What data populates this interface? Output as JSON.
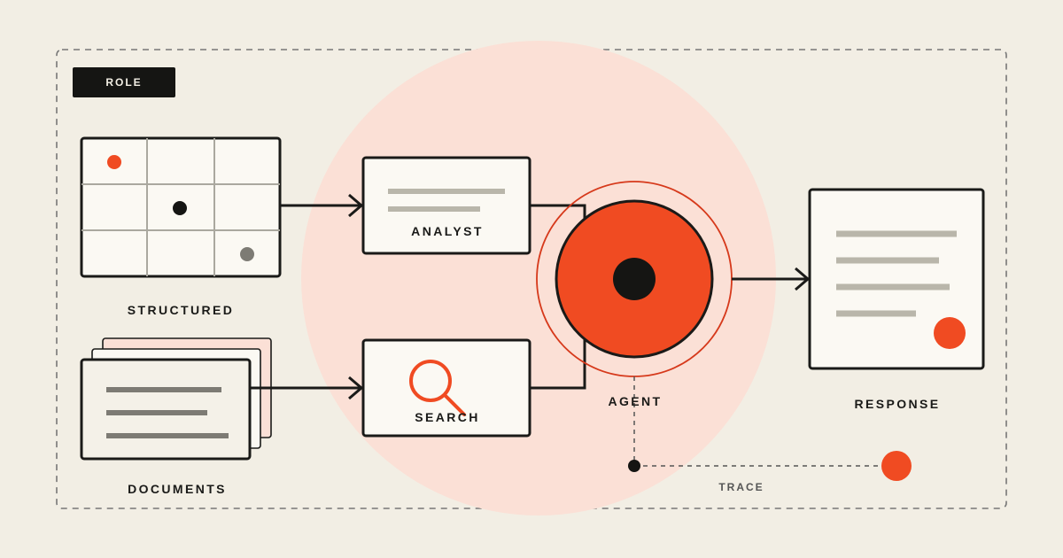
{
  "role_label": "ROLE",
  "nodes": {
    "structured": "STRUCTURED",
    "documents": "DOCUMENTS",
    "analyst": "ANALYST",
    "search": "SEARCH",
    "agent": "AGENT",
    "response": "RESPONSE",
    "trace": "TRACE"
  },
  "colors": {
    "background": "#f2eee4",
    "accent": "#f04b22",
    "halo": "#fbe0d6",
    "ink": "#1a1a18",
    "card": "#fbf9f3"
  }
}
